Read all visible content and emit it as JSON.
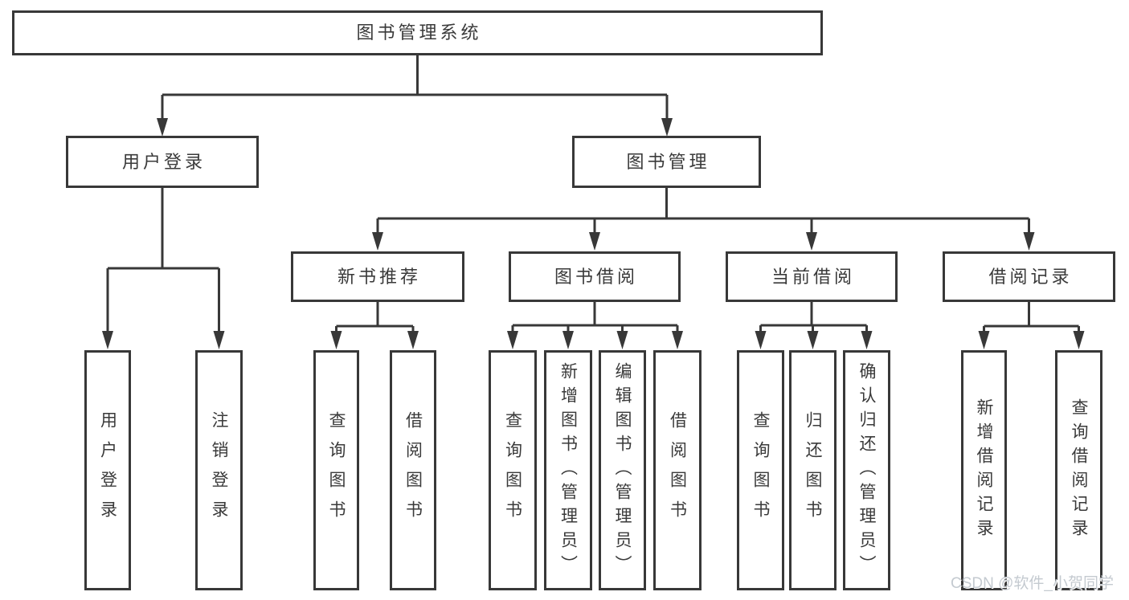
{
  "title": "图书管理系统",
  "level2": {
    "user_login": "用户登录",
    "book_mgmt": "图书管理"
  },
  "level3": {
    "new_book": "新书推荐",
    "book_borrow": "图书借阅",
    "current_borrow": "当前借阅",
    "borrow_records": "借阅记录"
  },
  "leaves": {
    "user_login": [
      "用户登录",
      "注销登录"
    ],
    "new_book": [
      "查询图书",
      "借阅图书"
    ],
    "book_borrow": [
      "查询图书",
      "新增图书（管理员）",
      "编辑图书（管理员）",
      "借阅图书"
    ],
    "current_borrow": [
      "查询图书",
      "归还图书",
      "确认归还（管理员）"
    ],
    "borrow_records": [
      "新增借阅记录",
      "查询借阅记录"
    ]
  },
  "watermark": "CSDN @软件_小贺同学",
  "colors": {
    "line": "#383838",
    "text": "#3a3a3a",
    "background": "#ffffff",
    "watermark": "#c4cad0"
  }
}
